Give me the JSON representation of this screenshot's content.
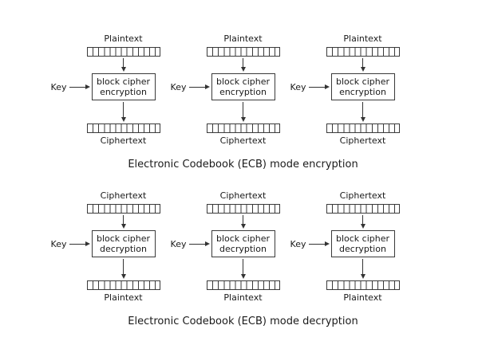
{
  "encryption": {
    "input_label": "Plaintext",
    "output_label": "Ciphertext",
    "key_label": "Key",
    "box_line1": "block cipher",
    "box_line2": "encryption",
    "caption": "Electronic Codebook (ECB) mode encryption",
    "unit_count": 3
  },
  "decryption": {
    "input_label": "Ciphertext",
    "output_label": "Plaintext",
    "key_label": "Key",
    "box_line1": "block cipher",
    "box_line2": "decryption",
    "caption": "Electronic Codebook (ECB) mode decryption",
    "unit_count": 3
  },
  "colors": {
    "background": "#ffffff",
    "line": "#333333",
    "text": "#1a1a1a"
  }
}
